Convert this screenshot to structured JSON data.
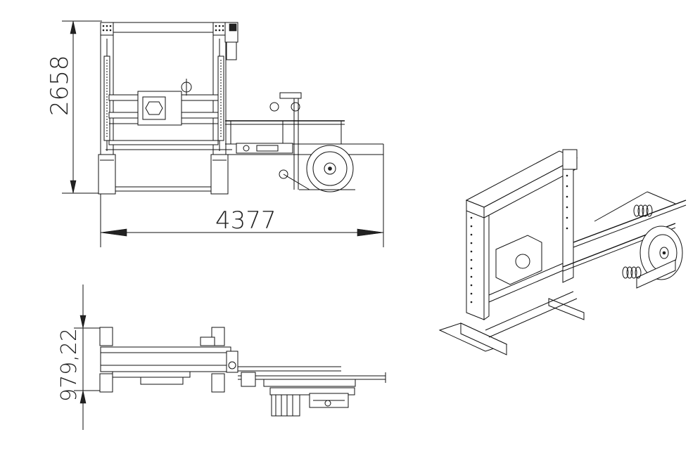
{
  "front_view": {
    "height_dimension": "2658",
    "width_dimension": "4377"
  },
  "top_view": {
    "depth_dimension": "979,22"
  },
  "colors": {
    "line": "#111111",
    "background": "#ffffff"
  }
}
